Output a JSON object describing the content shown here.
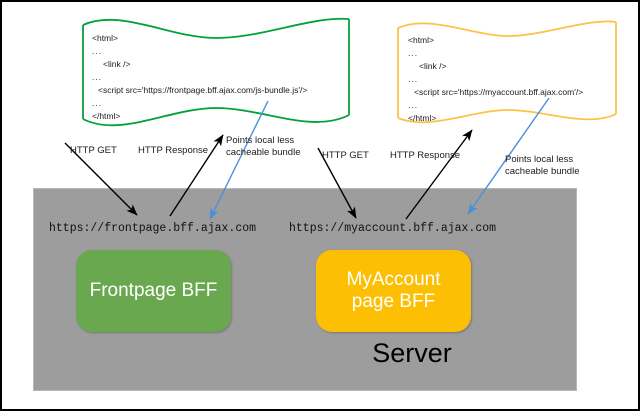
{
  "server": {
    "label": "Server",
    "fill_color": "#9d9d9d"
  },
  "services": [
    {
      "name": "frontpage-bff",
      "label": "Frontpage BFF",
      "url": "https://frontpage.bff.ajax.com",
      "color": "#6aa84f"
    },
    {
      "name": "myaccount-bff",
      "label": "MyAccount\npage BFF",
      "label_line1": "MyAccount",
      "label_line2": "page BFF",
      "url": "https://myaccount.bff.ajax.com",
      "color": "#fcbf04"
    }
  ],
  "documents": [
    {
      "name": "frontpage-html-document",
      "border_color": "#00a23b",
      "lines": [
        "<html>",
        "...",
        "<link />",
        "...",
        "<script src='https://frontpage.bff.ajax.com/js-bundle.js'/>",
        "...",
        "</html>"
      ]
    },
    {
      "name": "myaccount-html-document",
      "border_color": "#fbc34a",
      "lines": [
        "<html>",
        "...",
        "<link />",
        "...",
        "<script src='https://myaccount.bff.ajax.com'/>",
        "...",
        "</html>"
      ]
    }
  ],
  "arrows": {
    "http_get": "HTTP GET",
    "http_response": "HTTP Response",
    "points_bundle_line1": "Points local less",
    "points_bundle_line2": "cacheable bundle",
    "get_color": "#000000",
    "response_color": "#000000",
    "points_color": "#4a90d9"
  }
}
